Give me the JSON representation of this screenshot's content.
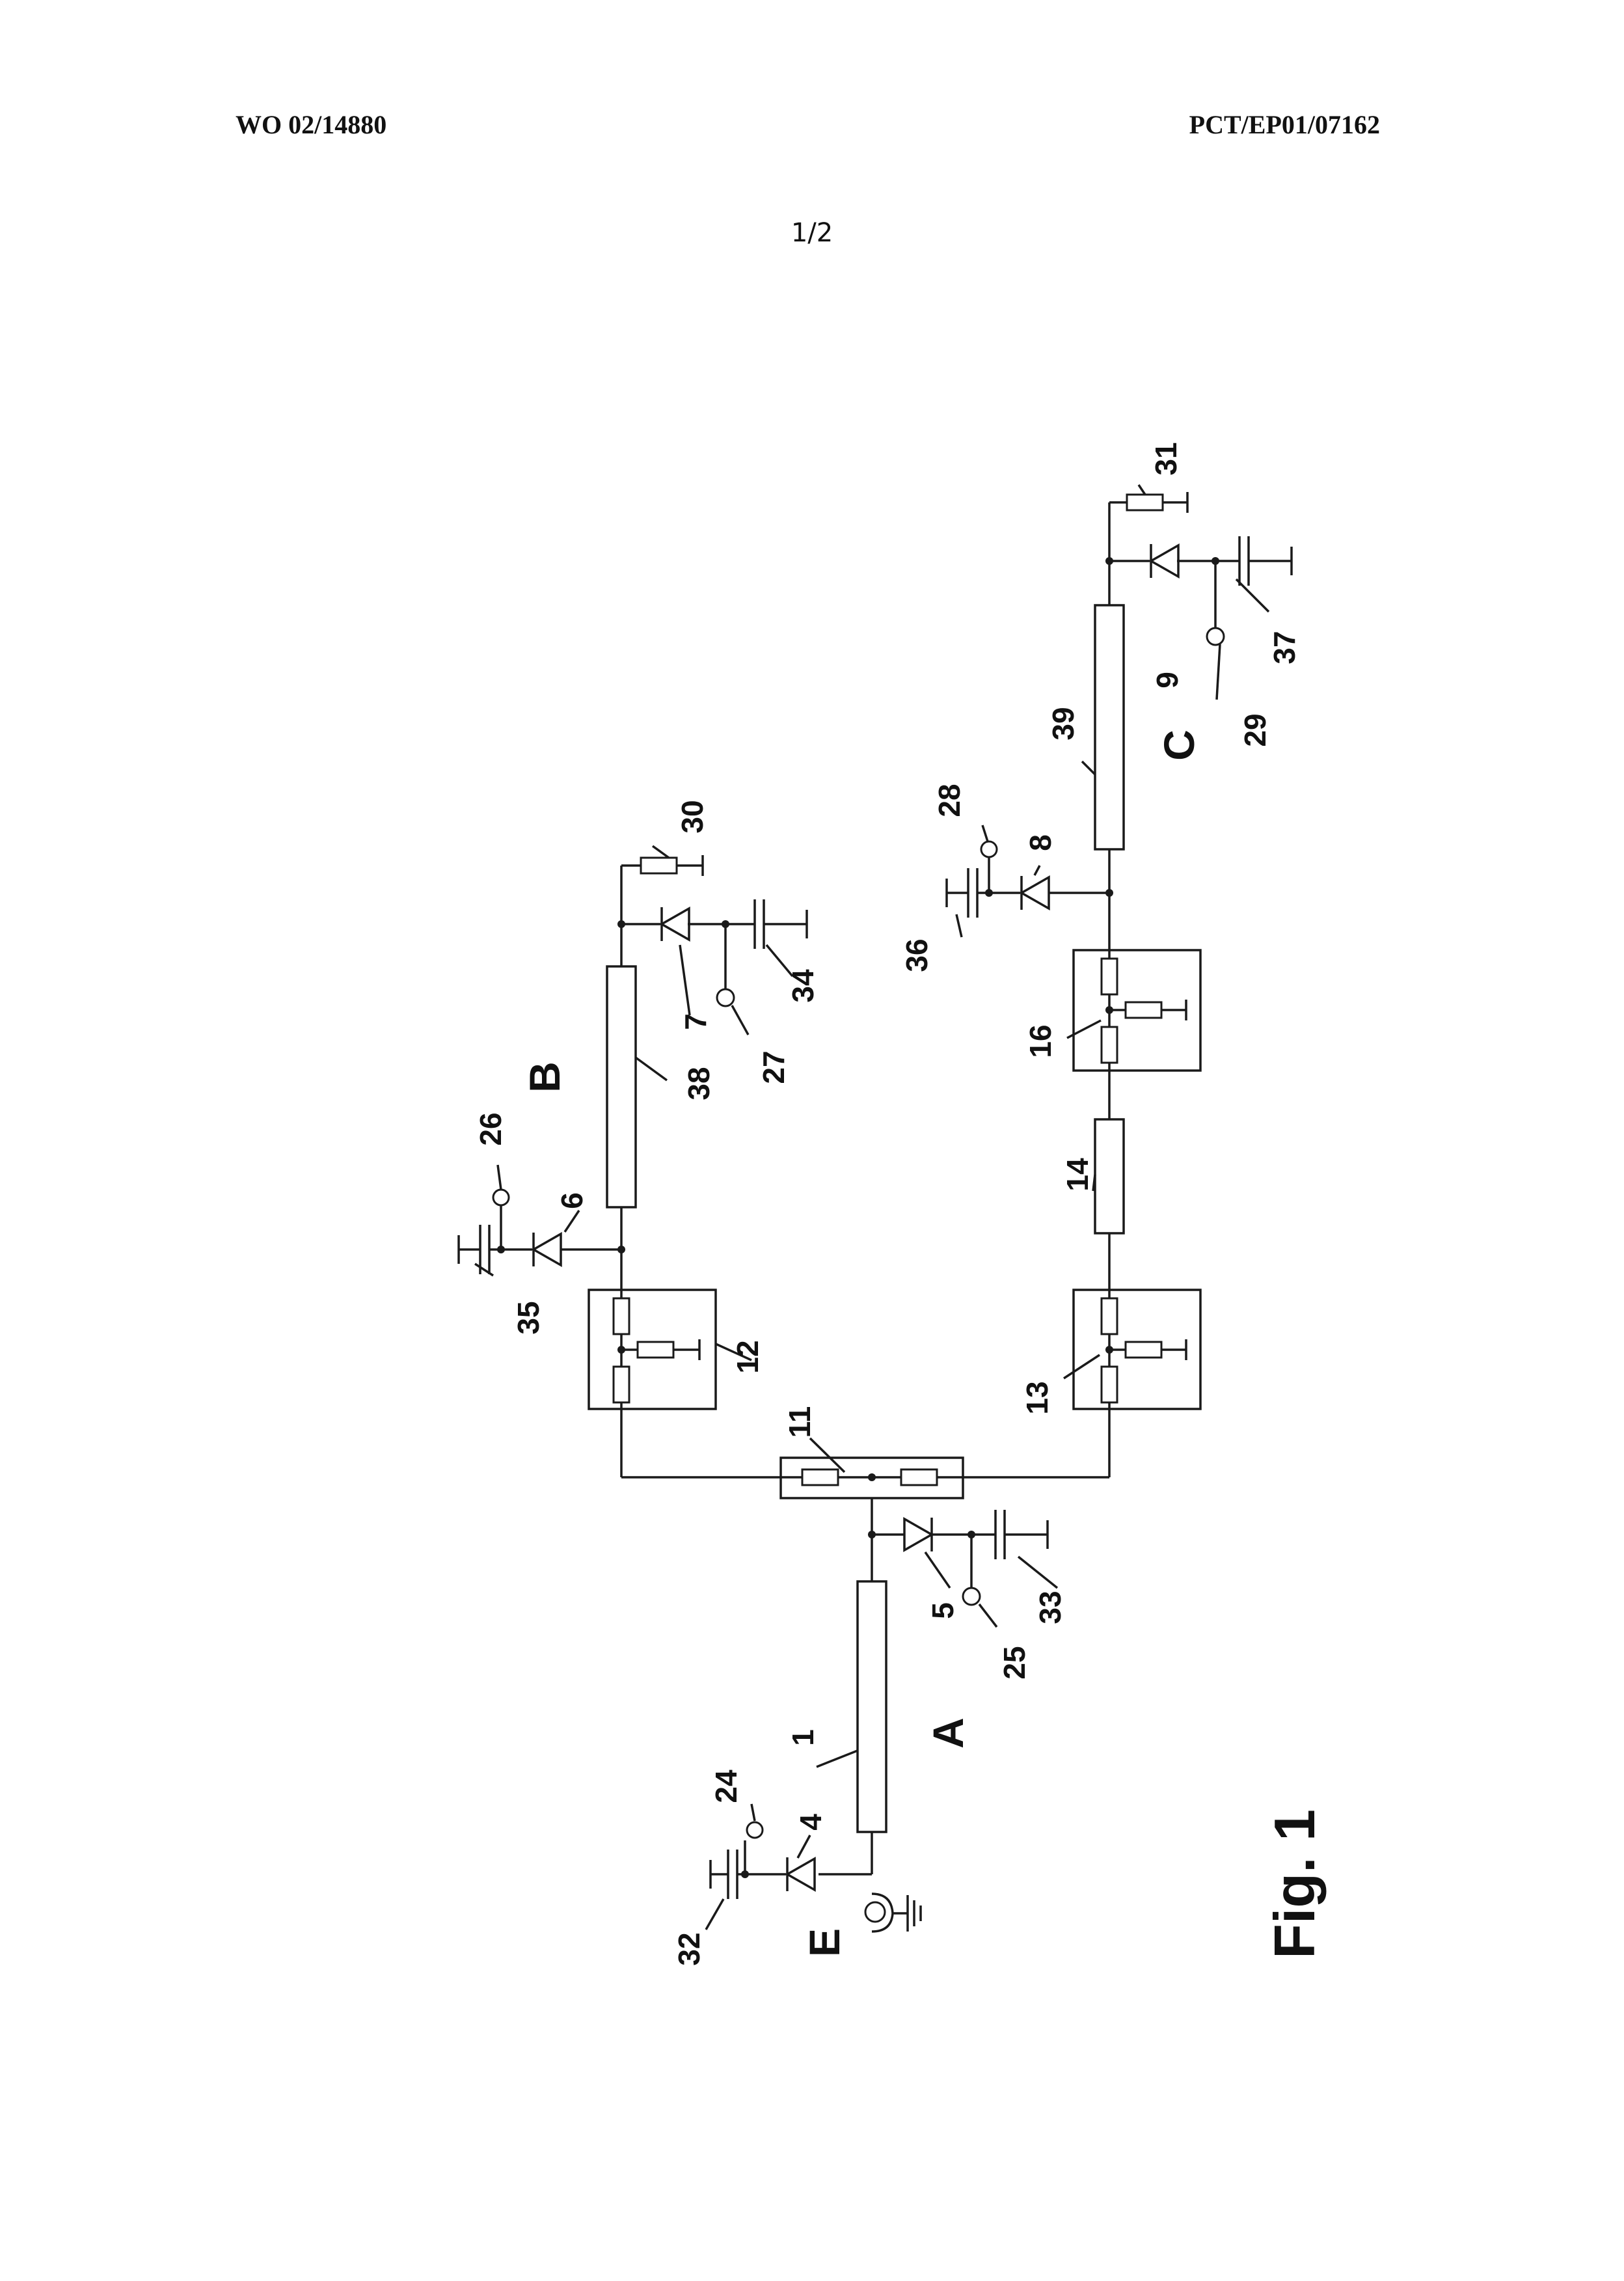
{
  "header": {
    "left": "WO 02/14880",
    "right": "PCT/EP01/07162",
    "sheet": "1/2"
  },
  "figure": {
    "caption": "Fig. 1",
    "sections": {
      "A": "A",
      "B": "B",
      "C": "C",
      "E": "E"
    },
    "refs": {
      "r1": "1",
      "r4": "4",
      "r5": "5",
      "r6": "6",
      "r7": "7",
      "r8": "8",
      "r9": "9",
      "r11": "11",
      "r12": "12",
      "r13": "13",
      "r14": "14",
      "r16": "16",
      "r24": "24",
      "r25": "25",
      "r26": "26",
      "r27": "27",
      "r28": "28",
      "r29": "29",
      "r30": "30",
      "r31": "31",
      "r32": "32",
      "r33": "33",
      "r34": "34",
      "r35": "35",
      "r36": "36",
      "r37": "37",
      "r38": "38",
      "r39": "39"
    }
  }
}
